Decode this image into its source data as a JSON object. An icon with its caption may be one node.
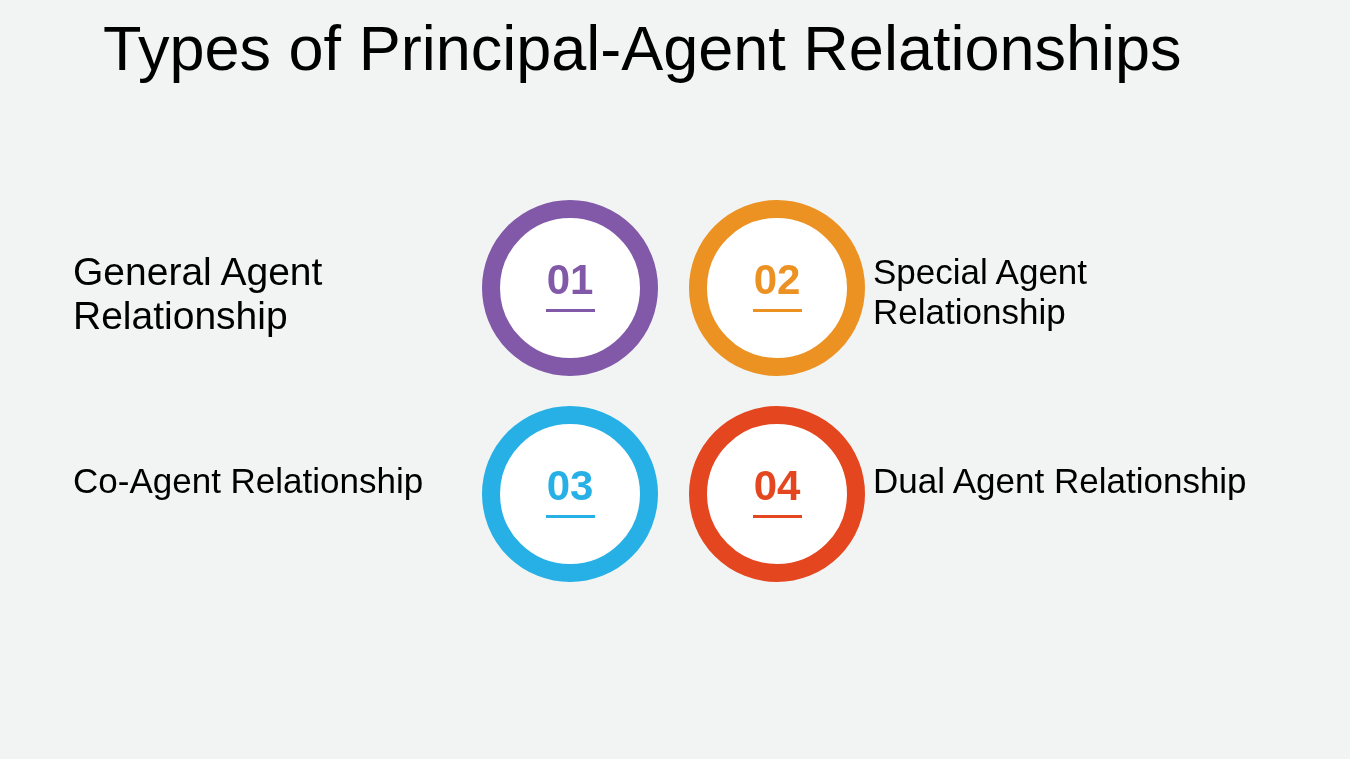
{
  "diagram": {
    "title": "Types of Principal-Agent Relationships",
    "nodes": [
      {
        "text": [
          "01"
        ]
      },
      {
        "text": [
          "02"
        ],
        "beside": [
          "Special Agent Relationship"
        ]
      },
      {
        "text": [
          "03"
        ],
        "beside": [
          "Co-Agent Relationship"
        ]
      },
      {
        "text": [
          "04"
        ],
        "beside": [
          "Dual Agent Relationship"
        ]
      }
    ],
    "labels": [
      "General Agent Relationship"
    ]
  }
}
